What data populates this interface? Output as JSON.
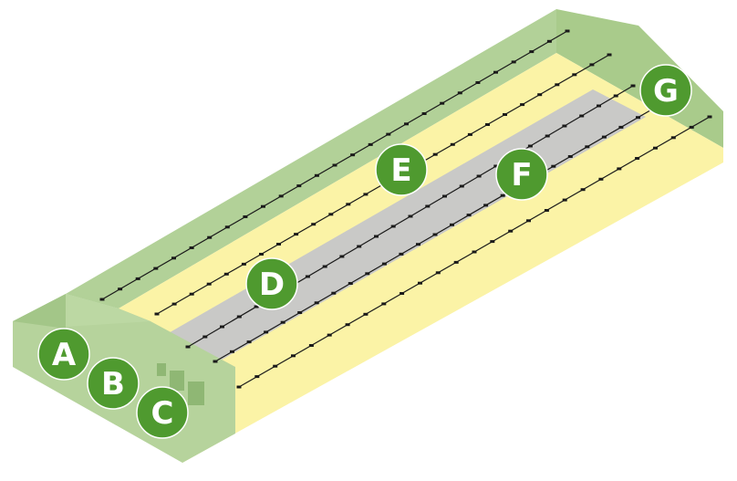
{
  "markers": [
    "A",
    "B",
    "C",
    "D",
    "E",
    "F",
    "G"
  ],
  "colors": {
    "wall": "#b6d39c",
    "wall_dark": "#9fc47f",
    "floor": "#fbf3a6",
    "aisle": "#c8c8c8",
    "line": "#1a1a1a",
    "marker": "#4f9a2f"
  }
}
